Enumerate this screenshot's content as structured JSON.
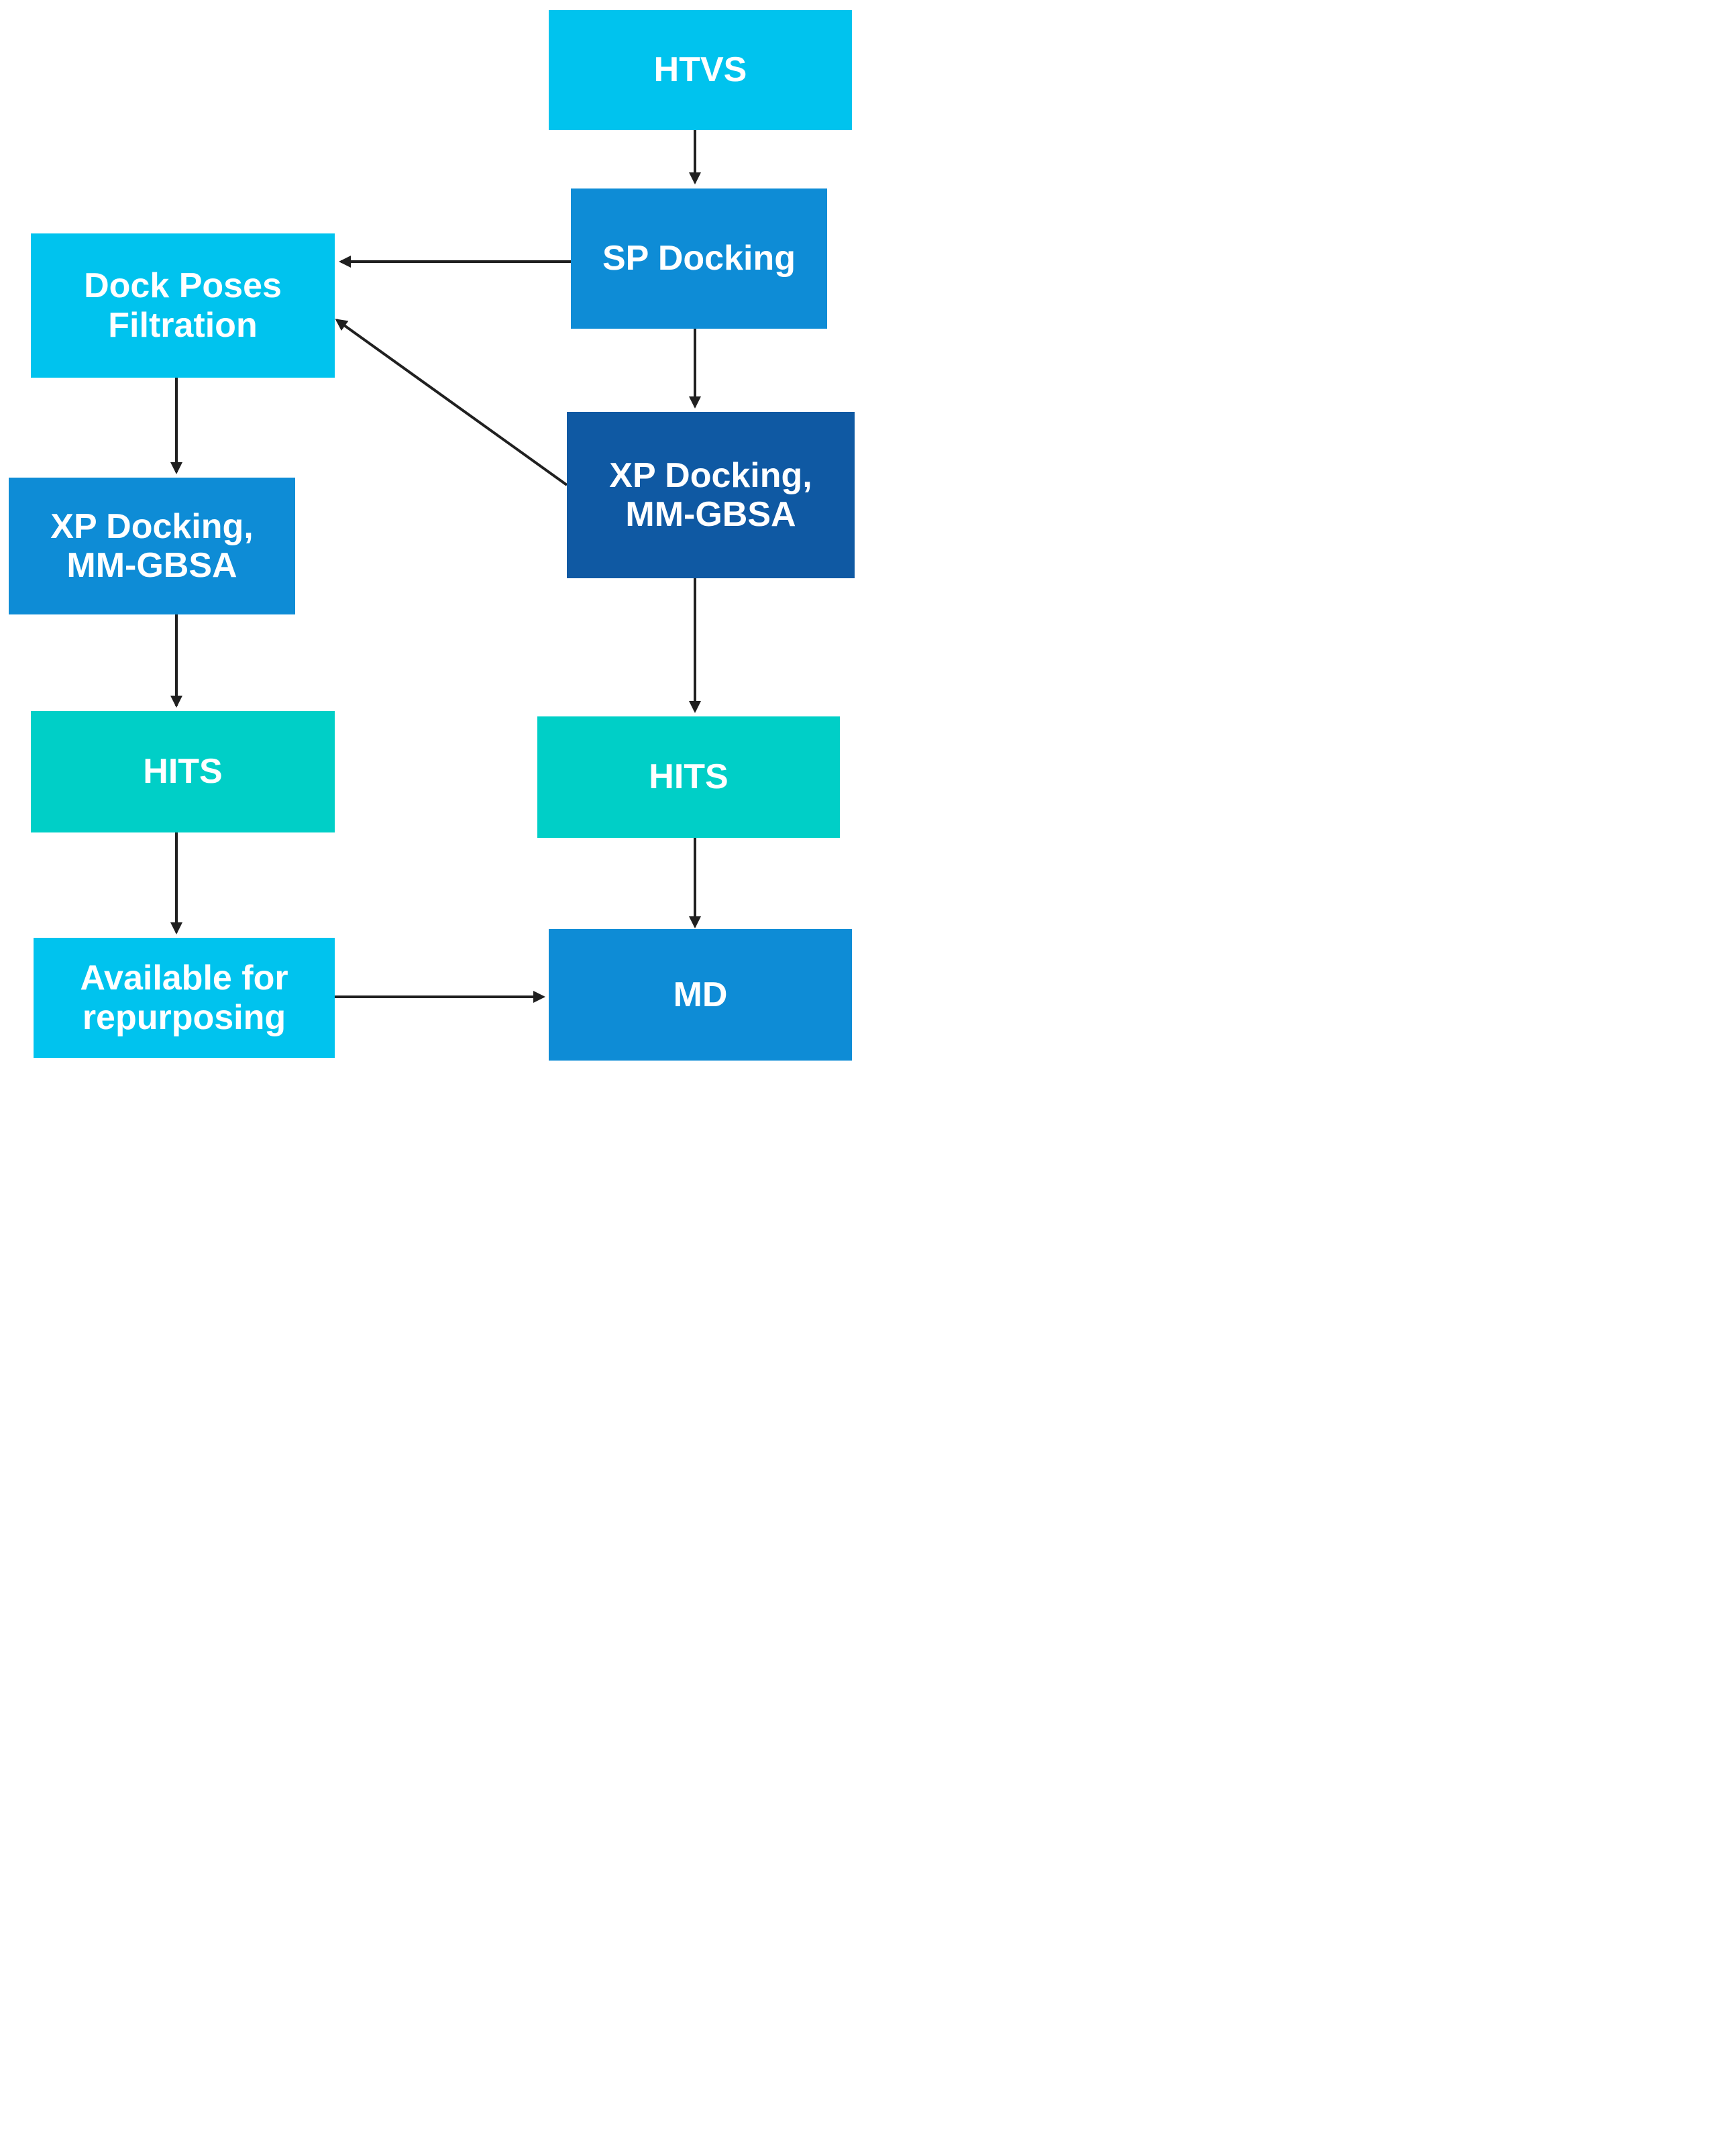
{
  "diagram": {
    "type": "flowchart",
    "palette": {
      "light_cyan": "#00C3EE",
      "medium_blue": "#0E8CD6",
      "dark_blue": "#0F59A3",
      "teal": "#00CFC7",
      "arrow_color": "#202020",
      "label_color": "#FFFFFF",
      "background": "#FFFFFF"
    },
    "nodes": {
      "htvs": {
        "label": "HTVS",
        "color": "#00C3EE"
      },
      "sp_docking": {
        "label": "SP Docking",
        "color": "#0E8CD6"
      },
      "dock_poses": {
        "label": "Dock Poses\nFiltration",
        "color": "#00C3EE"
      },
      "xp_docking_right": {
        "label": "XP Docking,\nMM-GBSA",
        "color": "#0F59A3"
      },
      "xp_docking_left": {
        "label": "XP Docking,\nMM-GBSA",
        "color": "#0E8CD6"
      },
      "hits_left": {
        "label": "HITS",
        "color": "#00CFC7"
      },
      "hits_right": {
        "label": "HITS",
        "color": "#00CFC7"
      },
      "available": {
        "label": "Available for\nrepurposing",
        "color": "#00C3EE"
      },
      "md": {
        "label": "MD",
        "color": "#0E8CD6"
      }
    },
    "edges": [
      {
        "from": "HTVS",
        "to": "SP Docking"
      },
      {
        "from": "SP Docking",
        "to": "Dock Poses Filtration"
      },
      {
        "from": "SP Docking",
        "to": "XP Docking, MM-GBSA (right)"
      },
      {
        "from": "XP Docking, MM-GBSA (right)",
        "to": "Dock Poses Filtration"
      },
      {
        "from": "Dock Poses Filtration",
        "to": "XP Docking, MM-GBSA (left)"
      },
      {
        "from": "XP Docking, MM-GBSA (left)",
        "to": "HITS (left)"
      },
      {
        "from": "HITS (left)",
        "to": "Available for repurposing"
      },
      {
        "from": "XP Docking, MM-GBSA (right)",
        "to": "HITS (right)"
      },
      {
        "from": "HITS (right)",
        "to": "MD"
      },
      {
        "from": "Available for repurposing",
        "to": "MD"
      }
    ]
  }
}
